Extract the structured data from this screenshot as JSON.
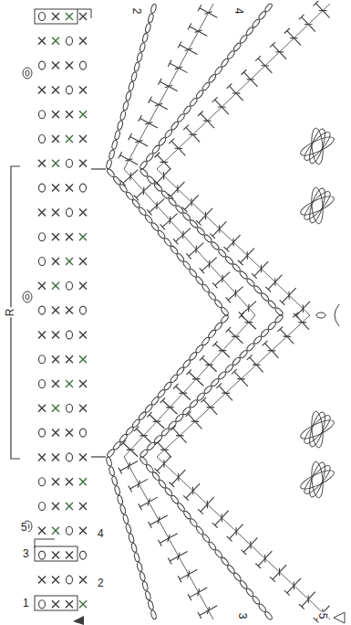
{
  "diagram": {
    "labels": [
      "2",
      "4",
      "R",
      "5",
      "4",
      "3",
      "2",
      "1",
      "3",
      "5"
    ]
  }
}
